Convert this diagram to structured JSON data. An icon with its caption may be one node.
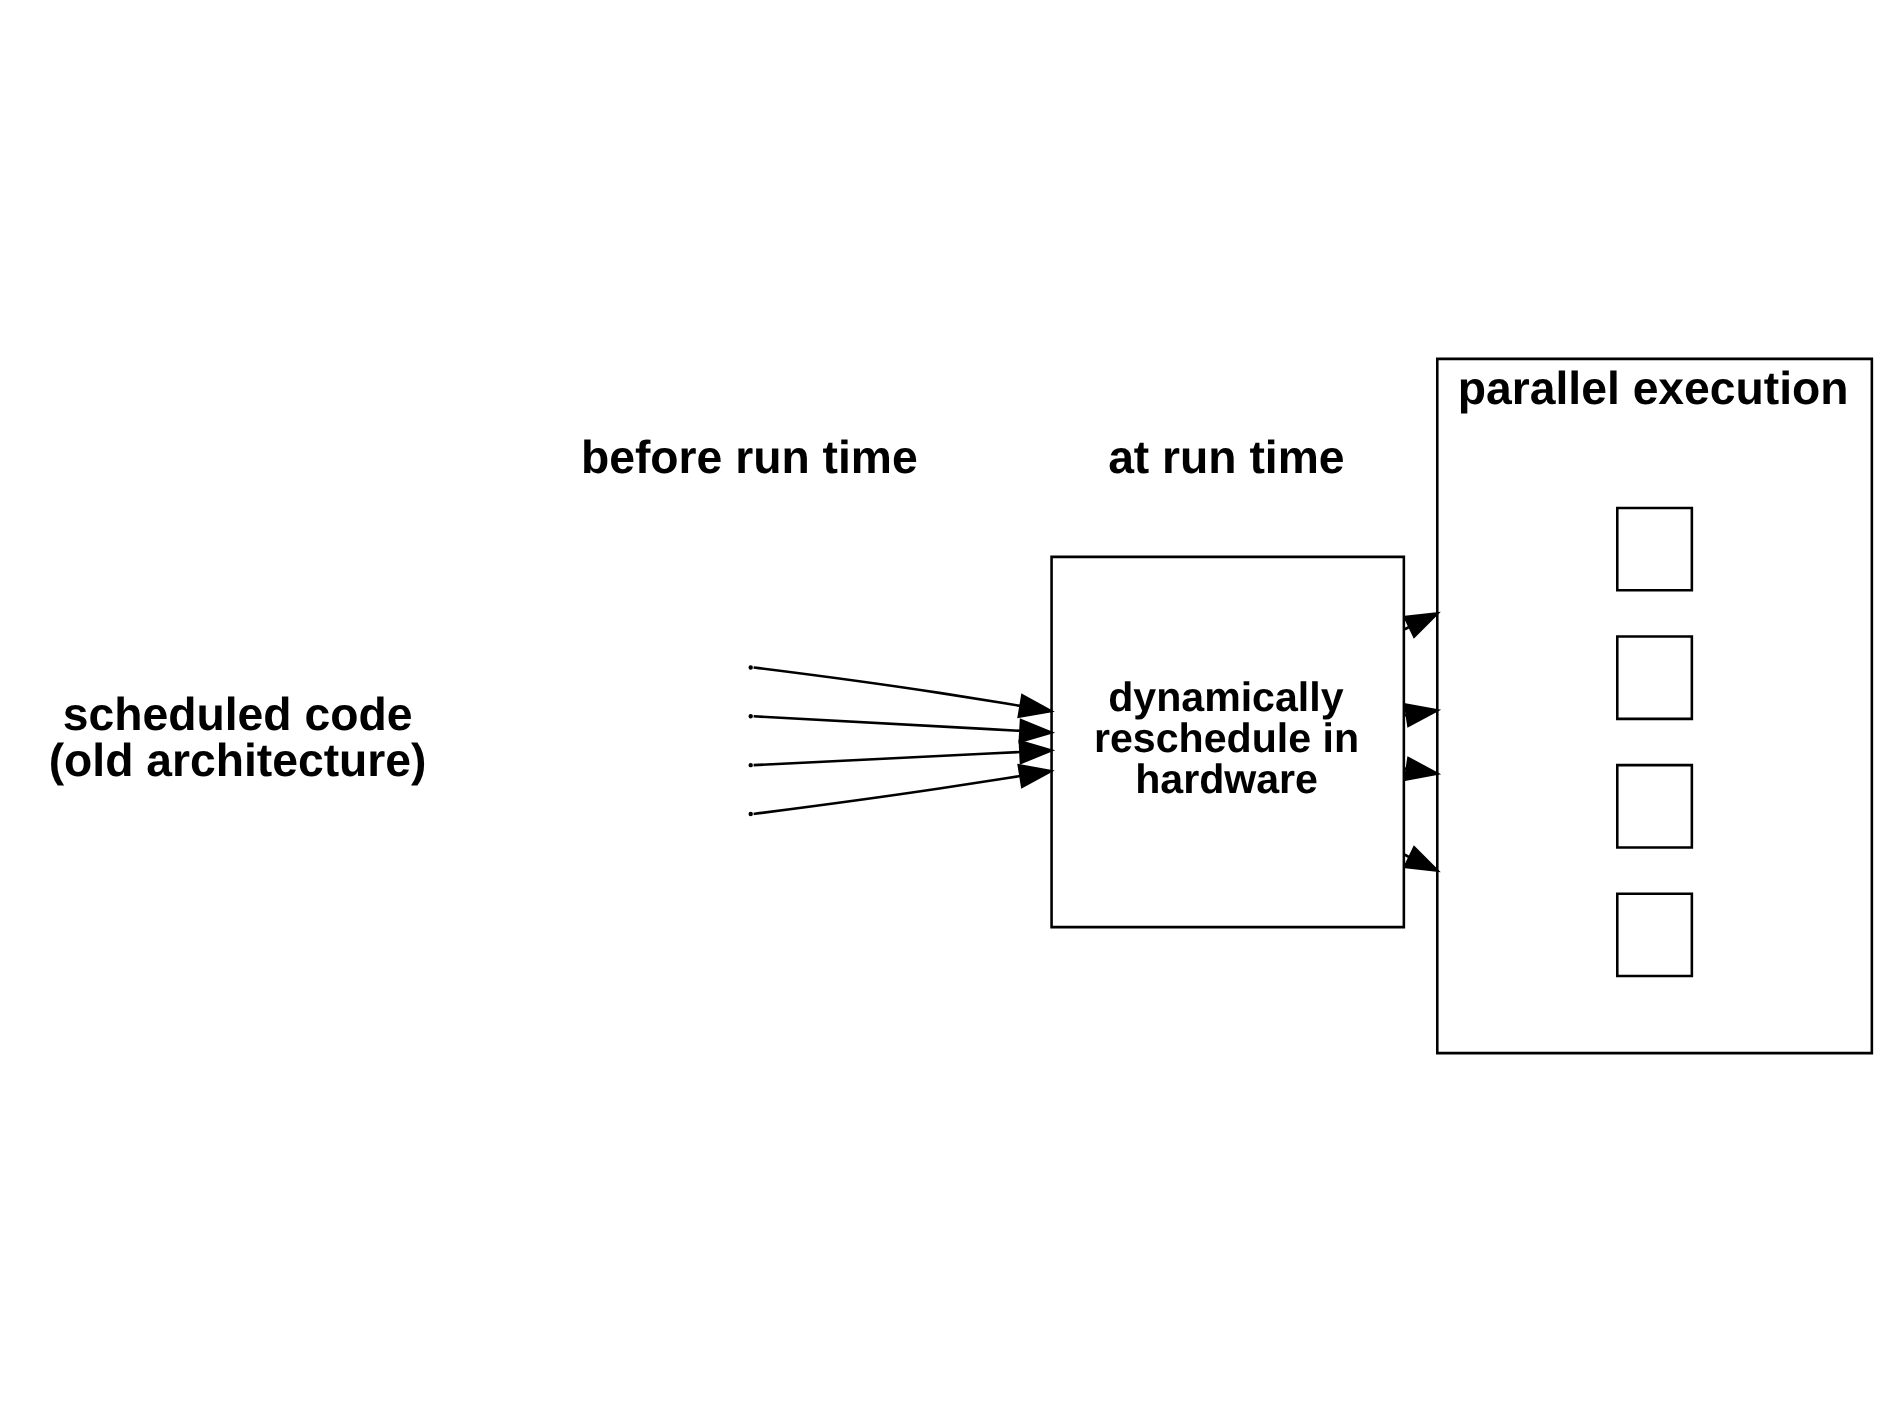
{
  "diagram": {
    "nodes": [
      {
        "text": [
          "dynamically reschedule in hardware"
        ]
      },
      {
        "text": [
          "parallel execution"
        ]
      },
      {
        "text": [],
        "shape": "box",
        "in": 1
      },
      {
        "text": [],
        "shape": "box",
        "in": 1
      },
      {
        "text": [],
        "shape": "box",
        "in": 1
      },
      {
        "text": [],
        "shape": "box",
        "in": 1
      }
    ],
    "edges": [
      {
        "from": null,
        "to": 0,
        "arrow": "to"
      },
      {
        "from": null,
        "to": 0,
        "arrow": "to"
      },
      {
        "from": null,
        "to": 0,
        "arrow": "to"
      },
      {
        "from": null,
        "to": 0,
        "arrow": "to"
      },
      {
        "from": 0,
        "to": 1,
        "arrow": "to"
      },
      {
        "from": 0,
        "to": 1,
        "arrow": "to"
      },
      {
        "from": 0,
        "to": 1,
        "arrow": "to"
      },
      {
        "from": 0,
        "to": 1,
        "arrow": "to"
      }
    ],
    "labels": [
      "before run time",
      "at run time",
      "scheduled code (old architecture)"
    ]
  }
}
